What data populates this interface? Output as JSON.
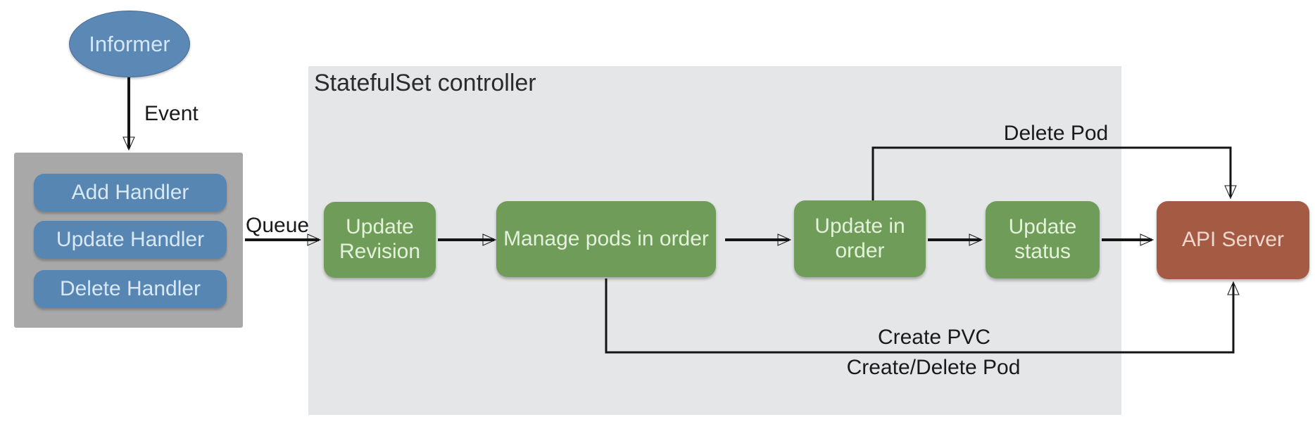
{
  "informer": {
    "label": "Informer"
  },
  "handlers": {
    "items": [
      {
        "label": "Add Handler"
      },
      {
        "label": "Update Handler"
      },
      {
        "label": "Delete Handler"
      }
    ]
  },
  "controller": {
    "title": "StatefulSet controller",
    "nodes": [
      {
        "label": "Update Revision"
      },
      {
        "label": "Manage pods in order"
      },
      {
        "label": "Update in order"
      },
      {
        "label": "Update status"
      }
    ]
  },
  "api_server": {
    "label": "API Server"
  },
  "labels": {
    "event": "Event",
    "queue": "Queue",
    "delete_pod": "Delete Pod",
    "create_pvc": "Create PVC",
    "create_delete_pod": "Create/Delete Pod"
  },
  "colors": {
    "node_blue": "#5b88b5",
    "node_green": "#6f9d59",
    "node_red": "#a55b43",
    "handlers_box_gray": "#a8a8a8",
    "controller_box_gray": "#e5e6e8",
    "connector_black": "#141414"
  }
}
